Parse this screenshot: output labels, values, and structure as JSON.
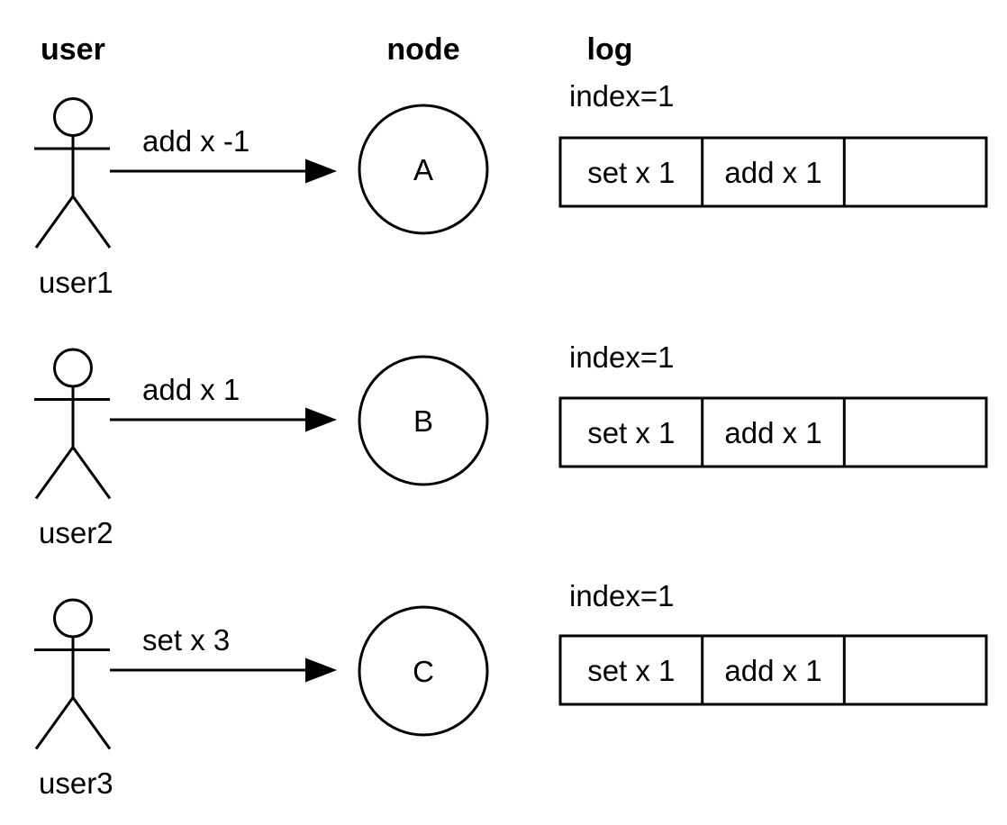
{
  "diagram": {
    "title_columns": {
      "user": "user",
      "node": "node",
      "log": "log"
    },
    "colors": {
      "ink": "#000000",
      "background": "#ffffff"
    },
    "rows": [
      {
        "user_label": "user1",
        "command": "add x -1",
        "node": "A",
        "log": {
          "index_label": "index=1",
          "cells": [
            "set x 1",
            "add x 1",
            ""
          ]
        }
      },
      {
        "user_label": "user2",
        "command": "add x 1",
        "node": "B",
        "log": {
          "index_label": "index=1",
          "cells": [
            "set x 1",
            "add x 1",
            ""
          ]
        }
      },
      {
        "user_label": "user3",
        "command": "set x 3",
        "node": "C",
        "log": {
          "index_label": "index=1",
          "cells": [
            "set x 1",
            "add x 1",
            ""
          ]
        }
      }
    ]
  }
}
